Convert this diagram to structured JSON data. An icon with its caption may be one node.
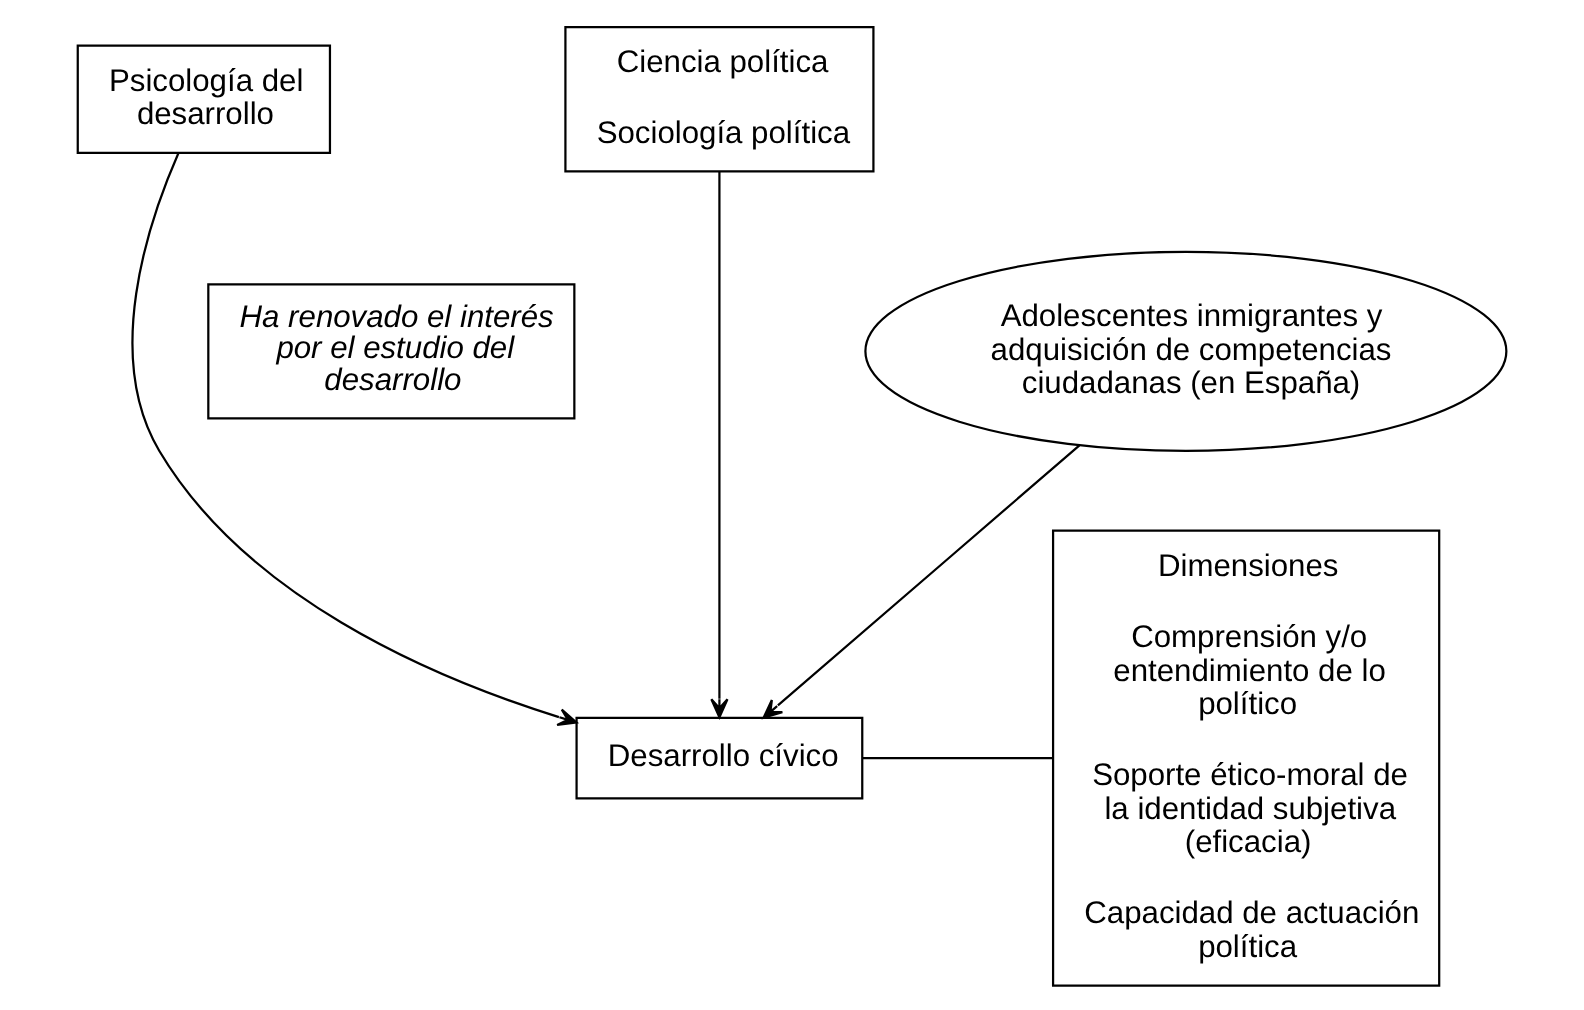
{
  "diagram": {
    "nodes": [
      {
        "text": [
          "Psicología del desarrollo"
        ]
      },
      {
        "text": [
          "Ciencia política",
          "Sociología política"
        ]
      },
      {
        "text": [
          "Desarrollo cívico"
        ]
      },
      {
        "text": [
          "Dimensiones",
          "Comprensión y/o entendimiento de lo político",
          "Soporte ético-moral de la identidad subjetiva (eficacia)",
          "Capacidad de actuación política"
        ]
      },
      {
        "text": [
          "Ha renovado el interés por el estudio del desarrollo"
        ]
      },
      {
        "text": [
          "Adolescentes inmigrantes y adquisición de competencias ciudadanas (en España)"
        ]
      }
    ],
    "edges": [
      {
        "from": 0,
        "to": 2,
        "arrow": "to"
      },
      {
        "from": 1,
        "to": 2,
        "arrow": "to"
      },
      {
        "from": 2,
        "to": 3,
        "arrow": "none"
      },
      {
        "from": 5,
        "to": 2,
        "arrow": "to"
      }
    ]
  }
}
